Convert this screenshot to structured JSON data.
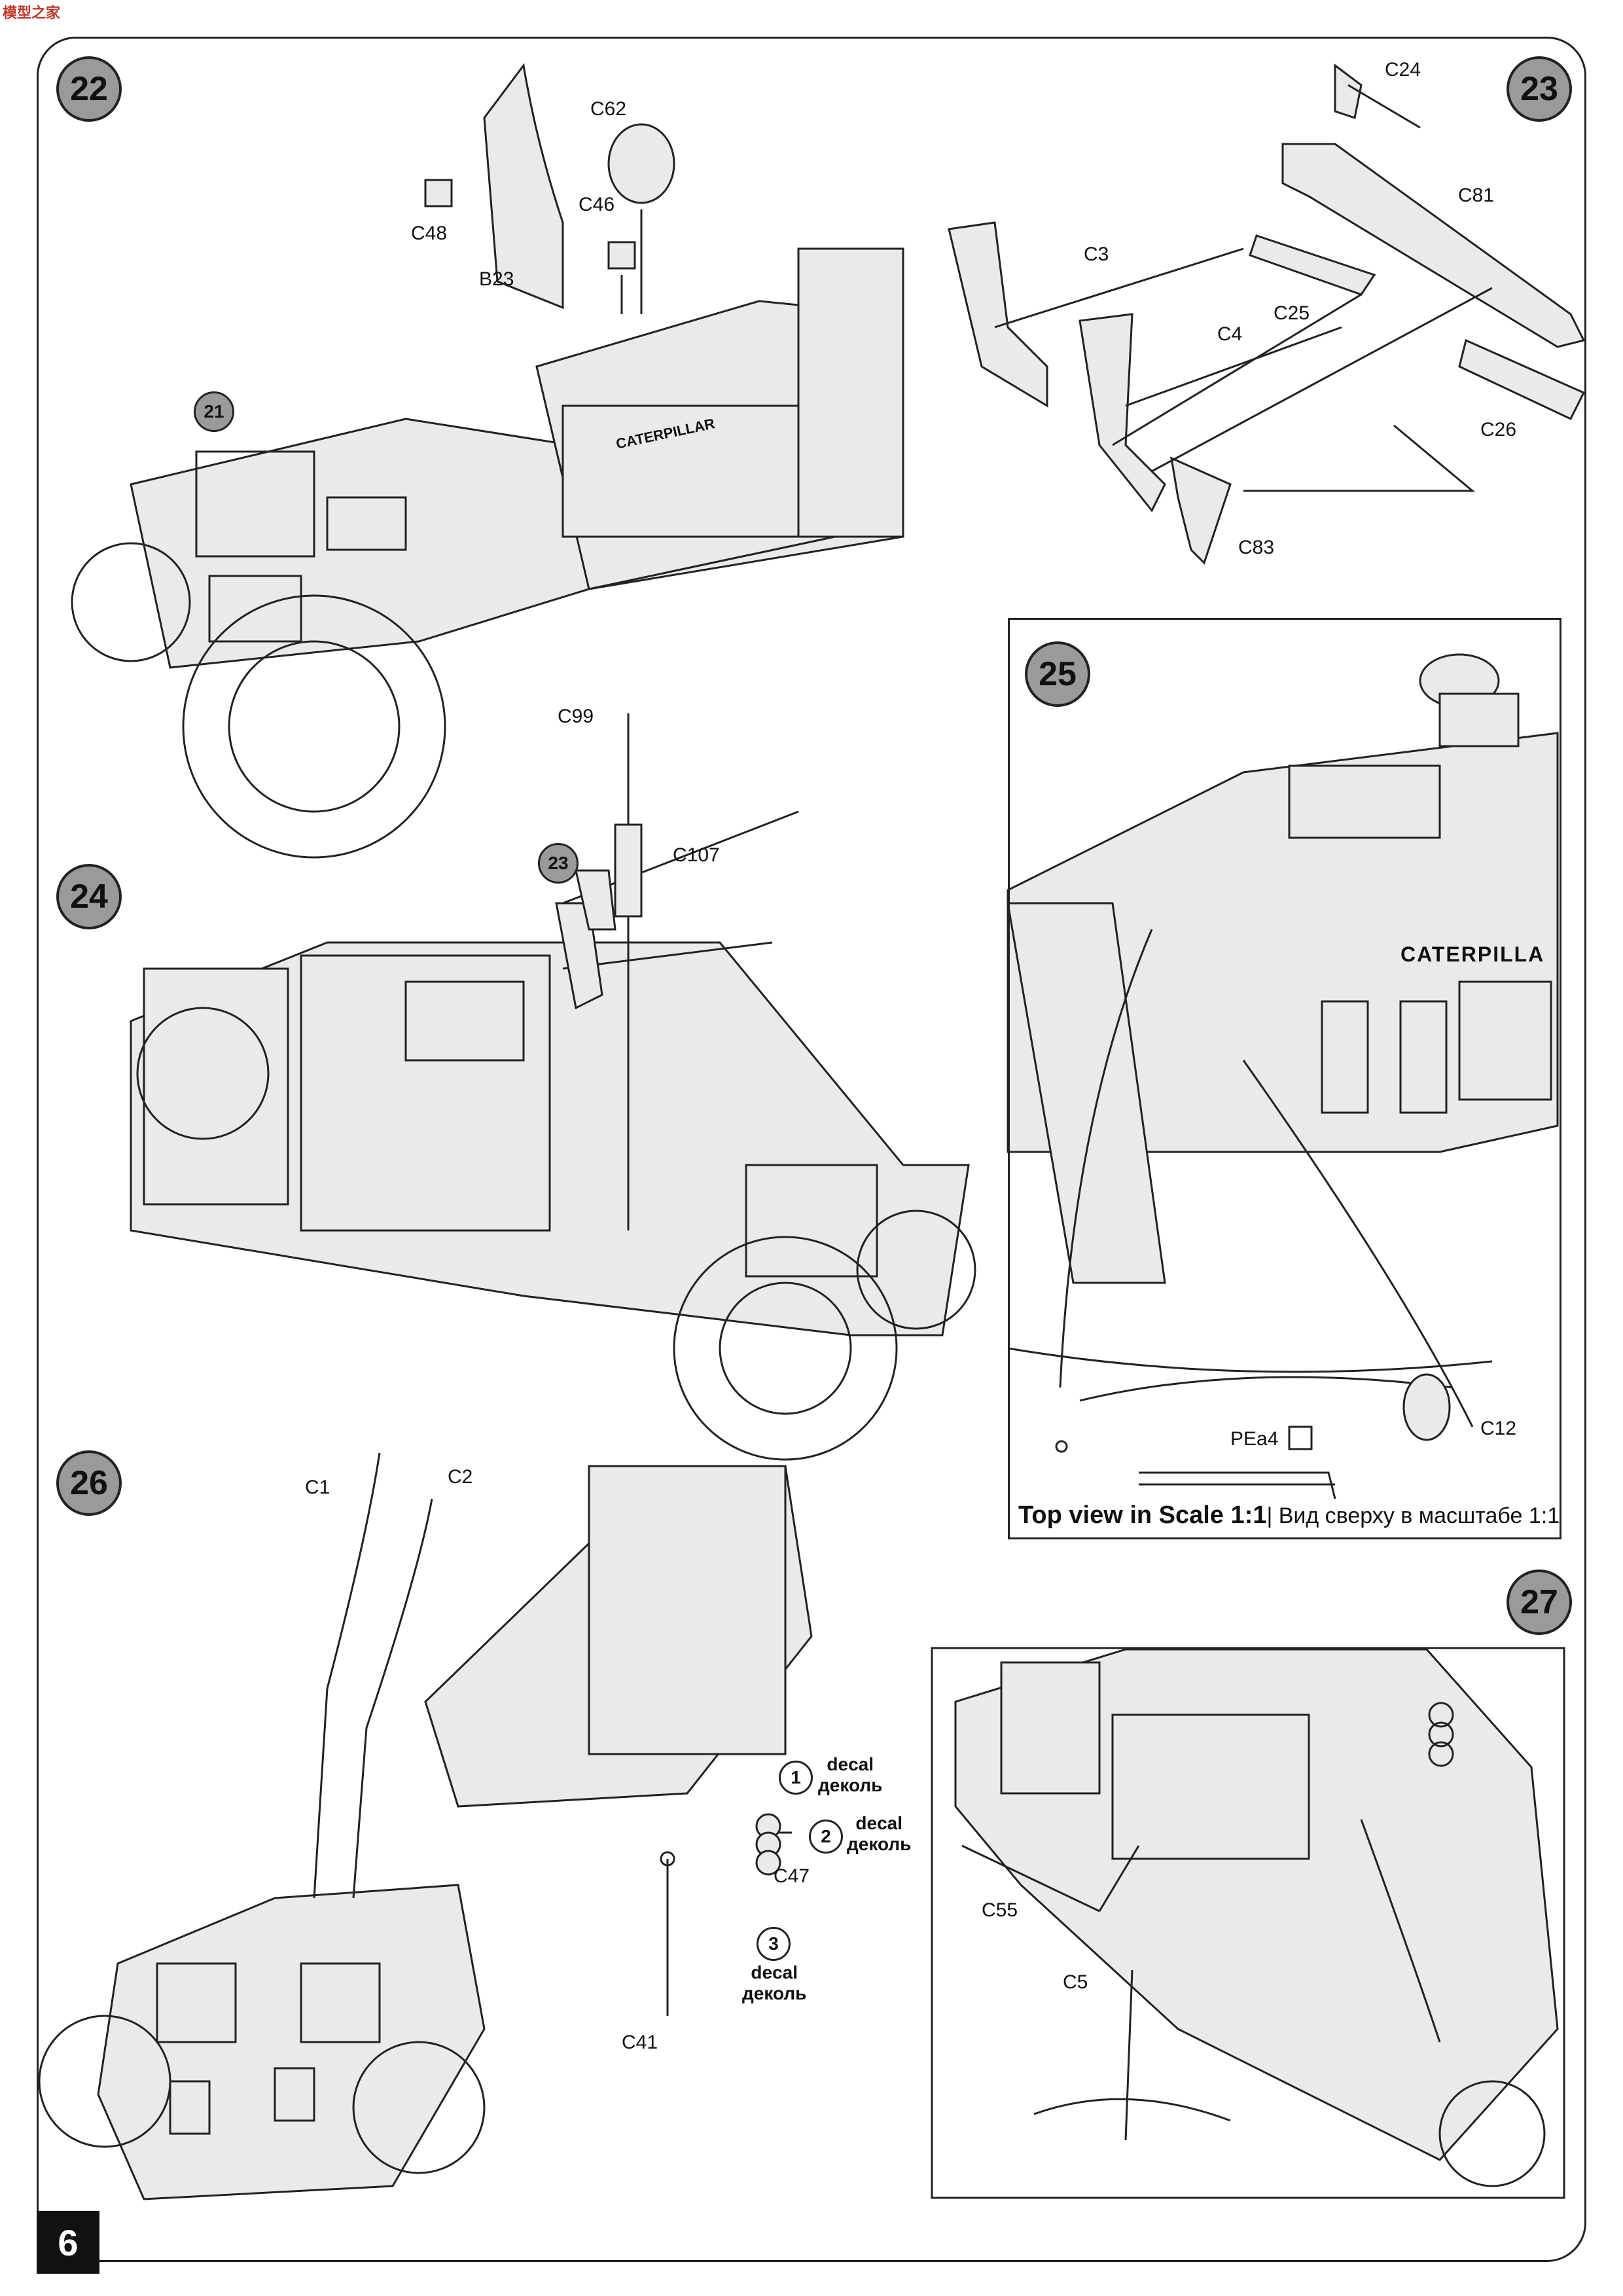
{
  "logo": "模型之家",
  "page_number": "6",
  "steps": {
    "s22": "22",
    "s23": "23",
    "s24": "24",
    "s25": "25",
    "s26": "26",
    "s27": "27"
  },
  "refs": {
    "r21": "21",
    "r23": "23"
  },
  "parts": {
    "c62": "C62",
    "c48": "C48",
    "c46": "C46",
    "b23": "B23",
    "c24": "C24",
    "c81": "C81",
    "c3": "C3",
    "c25": "C25",
    "c4": "C4",
    "c26": "C26",
    "c83": "C83",
    "c99": "C99",
    "c107": "C107",
    "c12": "C12",
    "pea4": "PEa4",
    "c1": "C1",
    "c2": "C2",
    "c47": "C47",
    "c41": "C41",
    "c55": "C55",
    "c5": "C5"
  },
  "step25_caption": {
    "bold": "Top view in Scale 1:1",
    "rest": "| Вид сверху в масштабе 1:1"
  },
  "decals": [
    {
      "num": "1",
      "line1": "decal",
      "line2": "деколь"
    },
    {
      "num": "2",
      "line1": "decal",
      "line2": "деколь"
    },
    {
      "num": "3",
      "line1": "decal",
      "line2": "деколь"
    }
  ],
  "engine_brand": "CATERPILLAR",
  "engine_brand_25": "CATERPILLA"
}
